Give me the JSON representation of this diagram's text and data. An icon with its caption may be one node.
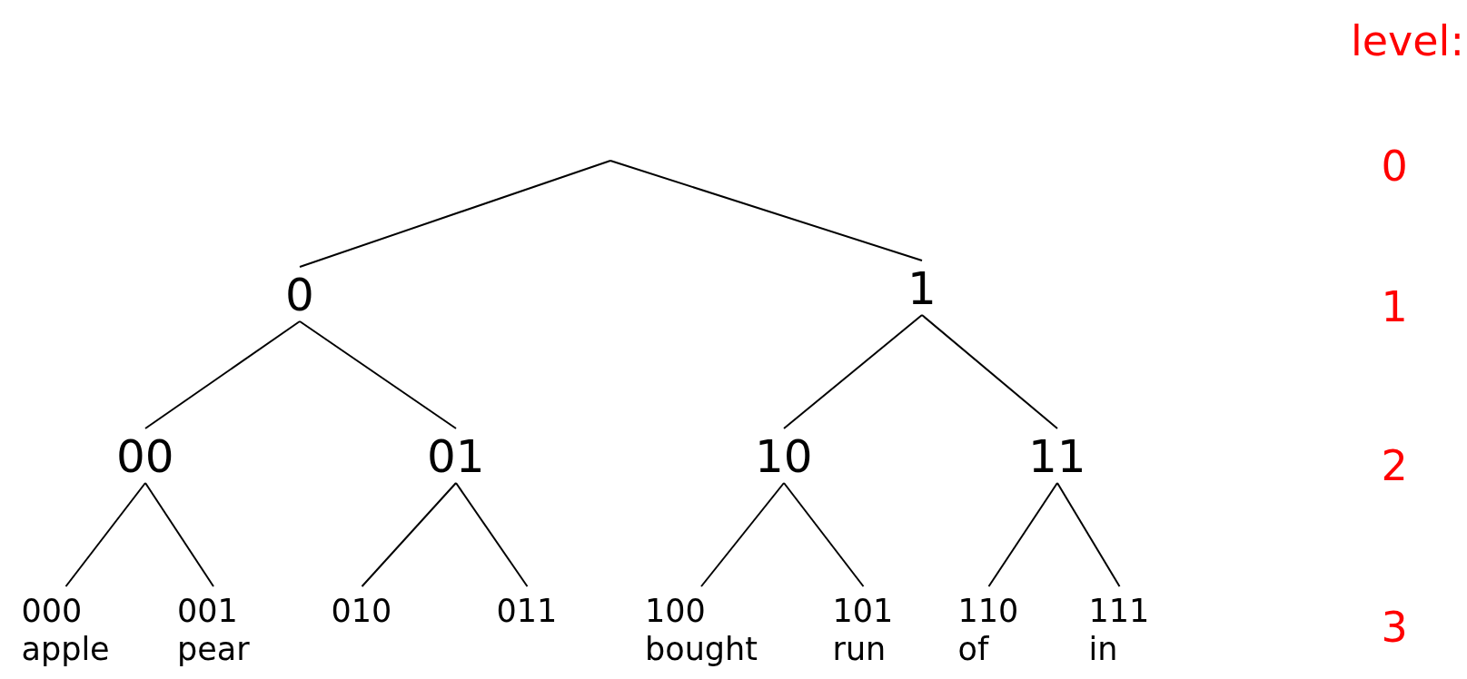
{
  "diagram": {
    "nodes": [
      {
        "text": [
          "0"
        ]
      },
      {
        "text": [
          "1"
        ]
      },
      {
        "text": [
          "00"
        ]
      },
      {
        "text": [
          "01"
        ]
      },
      {
        "text": [
          "10"
        ]
      },
      {
        "text": [
          "11"
        ]
      },
      {
        "text": [
          "000",
          "apple"
        ]
      },
      {
        "text": [
          "001",
          "pear"
        ]
      },
      {
        "text": [
          "010"
        ]
      },
      {
        "text": [
          "011"
        ]
      },
      {
        "text": [
          "100",
          "bought"
        ]
      },
      {
        "text": [
          "101",
          "run"
        ]
      },
      {
        "text": [
          "110",
          "of"
        ]
      },
      {
        "text": [
          "111",
          "in"
        ]
      }
    ],
    "edges": [
      {
        "from": null,
        "to": 0,
        "arrow": "none"
      },
      {
        "from": null,
        "to": 1,
        "arrow": "none"
      },
      {
        "from": 0,
        "to": 2,
        "arrow": "none"
      },
      {
        "from": 0,
        "to": 3,
        "arrow": "none"
      },
      {
        "from": 1,
        "to": 4,
        "arrow": "none"
      },
      {
        "from": 1,
        "to": 5,
        "arrow": "none"
      },
      {
        "from": 2,
        "to": 6,
        "arrow": "none"
      },
      {
        "from": 2,
        "to": 7,
        "arrow": "none"
      },
      {
        "from": 3,
        "to": 8,
        "arrow": "none"
      },
      {
        "from": 3,
        "to": 9,
        "arrow": "none"
      },
      {
        "from": 4,
        "to": 10,
        "arrow": "none"
      },
      {
        "from": 4,
        "to": 11,
        "arrow": "none"
      },
      {
        "from": 5,
        "to": 12,
        "arrow": "none"
      },
      {
        "from": 5,
        "to": 13,
        "arrow": "none"
      }
    ],
    "labels": [
      "level:",
      "0",
      "1",
      "2",
      "3"
    ]
  }
}
